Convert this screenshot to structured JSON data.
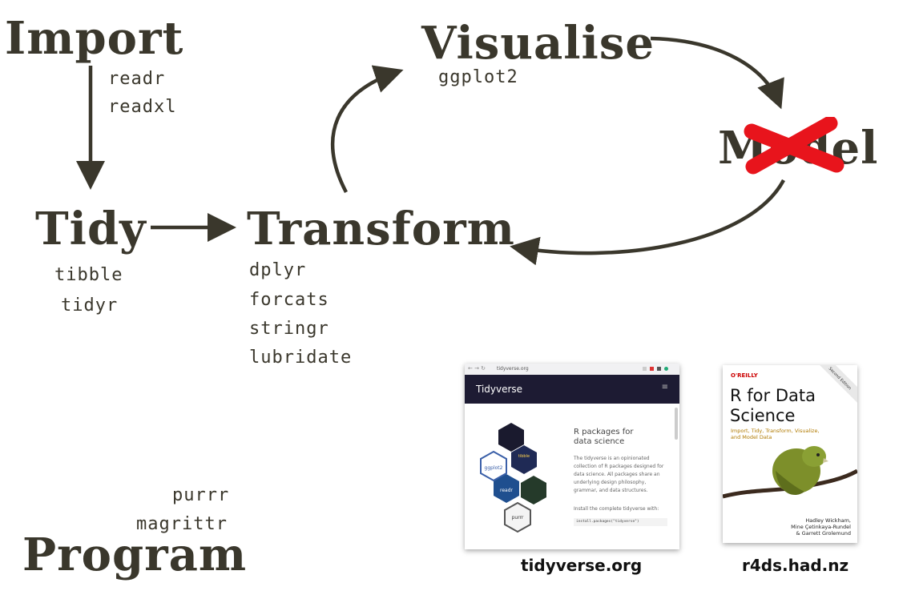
{
  "stages": {
    "import": "Import",
    "tidy": "Tidy",
    "transform": "Transform",
    "visualise": "Visualise",
    "model": "Model",
    "program": "Program"
  },
  "packages": {
    "import": [
      "readr",
      "readxl"
    ],
    "tidy": [
      "tibble",
      "tidyr"
    ],
    "transform": [
      "dplyr",
      "forcats",
      "stringr",
      "lubridate"
    ],
    "visualise": [
      "ggplot2"
    ],
    "program": [
      "purrr",
      "magrittr"
    ]
  },
  "colors": {
    "ink": "#3a372c",
    "cross": "#e8141c",
    "site_header": "#1d1b33",
    "book_cover": "#ffffff",
    "book_title": "#111111"
  },
  "tidyverse_site": {
    "url": "tidyverse.org",
    "brand": "Tidyverse",
    "heading": "R packages for data science",
    "body": "The tidyverse is an opinionated collection of R packages designed for data science. All packages share an underlying design philosophy, grammar, and data structures.",
    "install_label": "Install the complete tidyverse with:",
    "install_code": "install.packages(\"tidyverse\")",
    "hex_labels": [
      "ggplot2",
      "readr",
      "purrr",
      "tibble"
    ]
  },
  "book": {
    "publisher": "O'REILLY",
    "edition": "Second Edition",
    "title_line1": "R for Data",
    "title_line2": "Science",
    "subtitle": "Import, Tidy, Transform, Visualize, and Model Data",
    "authors": [
      "Hadley Wickham,",
      "Mine Çetinkaya-Rundel",
      "& Garrett Grolemund"
    ]
  },
  "captions": {
    "site": "tidyverse.org",
    "book": "r4ds.had.nz"
  }
}
